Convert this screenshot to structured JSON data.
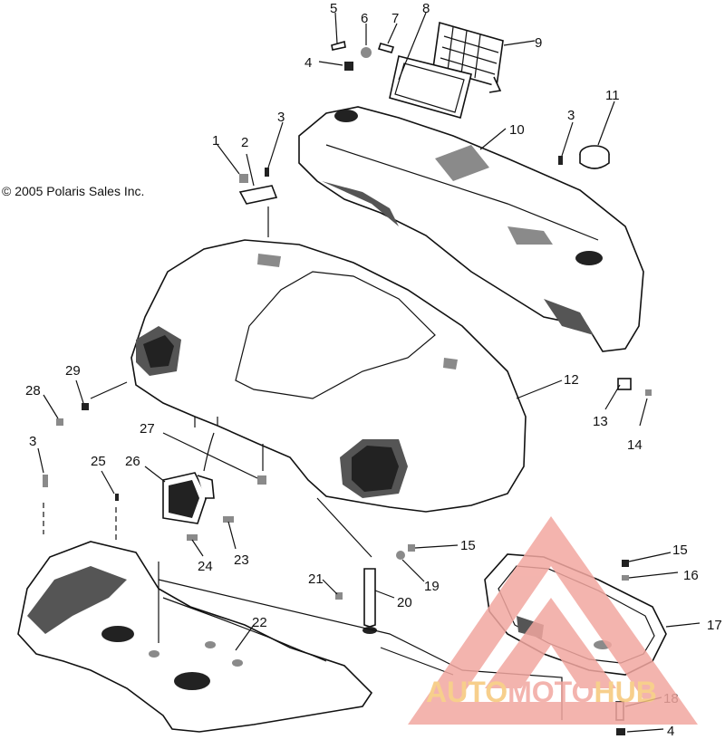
{
  "copyright": "© 2005 Polaris Sales Inc.",
  "callouts": [
    "1",
    "2",
    "3",
    "4",
    "5",
    "6",
    "7",
    "8",
    "9",
    "10",
    "11",
    "12",
    "13",
    "14",
    "15",
    "16",
    "17",
    "18",
    "19",
    "20",
    "21",
    "22",
    "23",
    "24",
    "25",
    "26",
    "27",
    "28",
    "29"
  ],
  "watermark": {
    "part1": "AUTO",
    "part2": "MOTO",
    "part3": "HUB",
    "color_main": "#f2a7a0",
    "color_accent": "#f6c779"
  }
}
